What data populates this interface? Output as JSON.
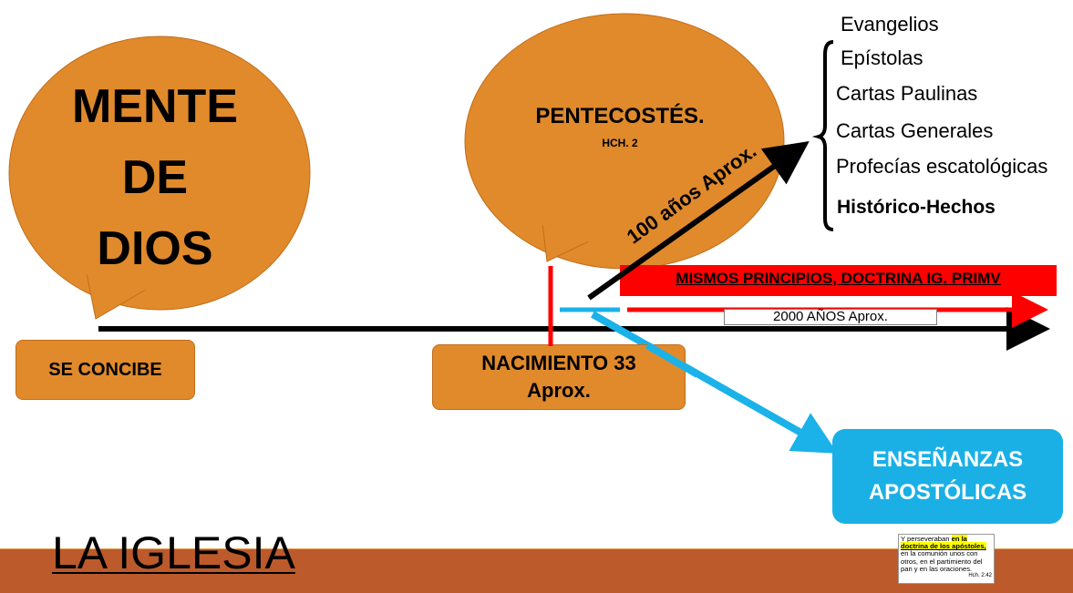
{
  "mind_bubble": {
    "lines": [
      "MENTE",
      "DE",
      "DIOS"
    ]
  },
  "pentecost_bubble": {
    "title": "PENTECOSTÉS.",
    "reference": "HCH. 2"
  },
  "concibe_box": {
    "label": "SE CONCIBE"
  },
  "nacimiento_box": {
    "line1": "NACIMIENTO 33",
    "line2": "Aprox."
  },
  "diagonal_label": "100 años Aprox.",
  "principles_banner": "MISMOS PRINCIPIOS, DOCTRINA IG. PRIMV",
  "years_label": "2000 AÑOS Aprox.",
  "nt_list": [
    "Evangelios",
    "Epístolas",
    "Cartas Paulinas",
    "Cartas Generales",
    "Profecías escatológicas",
    "Histórico-Hechos"
  ],
  "teachings_box": {
    "line1": "ENSEÑANZAS",
    "line2": "APOSTÓLICAS"
  },
  "title": "LA IGLESIA",
  "verse_card": {
    "prefix": "Y perseveraban ",
    "highlight": "en la doctrina de los apóstoles,",
    "rest": "en la comunión unos con otros, en el partimiento del pan y en las oraciones.",
    "reference": "Hch. 2:42"
  },
  "colors": {
    "orange": "#e08a2c",
    "red": "#ff0000",
    "cyan": "#1ab2e8",
    "teachings": "#1ab0e6",
    "footer": "#bc5a2c"
  }
}
